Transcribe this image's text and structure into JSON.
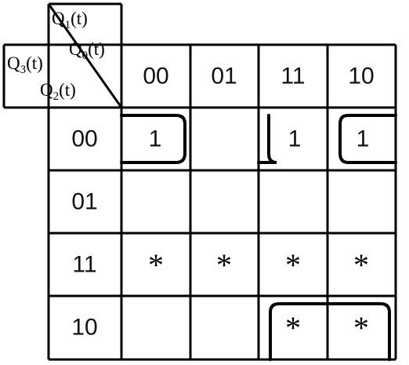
{
  "corner": {
    "top": {
      "base": "Q",
      "sub": "1",
      "rest": "(t)"
    },
    "topRight": {
      "base": "Q",
      "sub": "0",
      "rest": "(t)"
    },
    "left": {
      "base": "Q",
      "sub": "3",
      "rest": "(t)"
    },
    "bottom": {
      "base": "Q",
      "sub": "2",
      "rest": "(t)"
    }
  },
  "columns": [
    "00",
    "01",
    "11",
    "10"
  ],
  "rows": [
    {
      "label": "00",
      "cells": [
        "1",
        "",
        "1",
        "1"
      ]
    },
    {
      "label": "01",
      "cells": [
        "",
        "",
        "",
        ""
      ]
    },
    {
      "label": "11",
      "cells": [
        "*",
        "*",
        "*",
        "*"
      ]
    },
    {
      "label": "10",
      "cells": [
        "",
        "",
        "*",
        "*"
      ]
    }
  ]
}
